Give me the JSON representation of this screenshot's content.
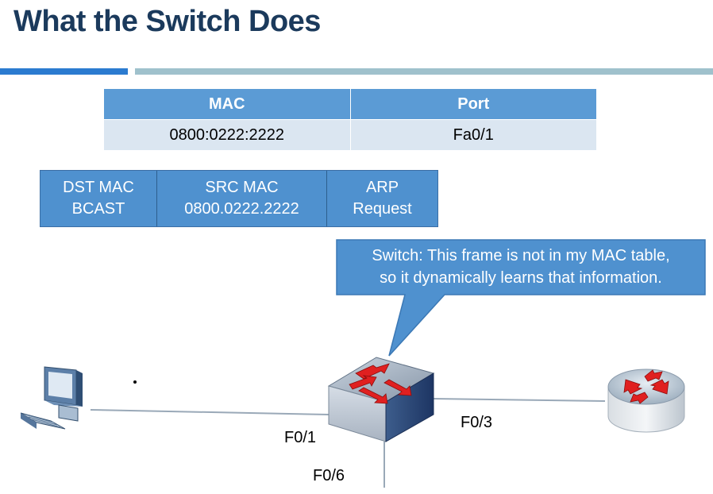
{
  "title": "What the Switch Does",
  "mac_table": {
    "headers": [
      "MAC",
      "Port"
    ],
    "rows": [
      [
        "0800:0222:2222",
        "Fa0/1"
      ]
    ]
  },
  "frame": {
    "fields": [
      {
        "line1": "DST MAC",
        "line2": "BCAST"
      },
      {
        "line1": "SRC MAC",
        "line2": "0800.0222.2222"
      },
      {
        "line1": "ARP",
        "line2": "Request"
      }
    ]
  },
  "callout": {
    "line1": "Switch:  This frame is not in my MAC table,",
    "line2": "so it dynamically  learns that information."
  },
  "ports": {
    "f01": "F0/1",
    "f03": "F0/3",
    "f06": "F0/6"
  },
  "icons": [
    "computer-icon",
    "switch-icon",
    "router-icon"
  ],
  "colors": {
    "title": "#1b3a5c",
    "accent": "#2b7bd0",
    "table_header": "#5b9bd5",
    "table_row": "#dbe6f1",
    "frame_cell": "#4f91cf",
    "callout": "#4f91cf",
    "arrow": "#e02020"
  }
}
